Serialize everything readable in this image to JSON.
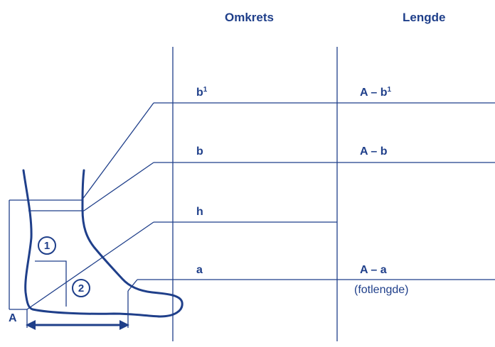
{
  "headers": {
    "circumference": "Omkrets",
    "length": "Lengde"
  },
  "rows": [
    {
      "id": "b1",
      "circ_label": "b",
      "circ_sup": "1",
      "len_label": "A – b",
      "len_sup": "1"
    },
    {
      "id": "b",
      "circ_label": "b",
      "circ_sup": "",
      "len_label": "A – b",
      "len_sup": ""
    },
    {
      "id": "h",
      "circ_label": "h",
      "circ_sup": "",
      "len_label": "",
      "len_sup": ""
    },
    {
      "id": "a",
      "circ_label": "a",
      "circ_sup": "",
      "len_label": "A – a",
      "len_sup": "",
      "len_note": "(fotlengde)"
    }
  ],
  "foot": {
    "point_label": "A",
    "marker_1": "1",
    "marker_2": "2"
  },
  "colors": {
    "ink": "#1f3f8a"
  }
}
